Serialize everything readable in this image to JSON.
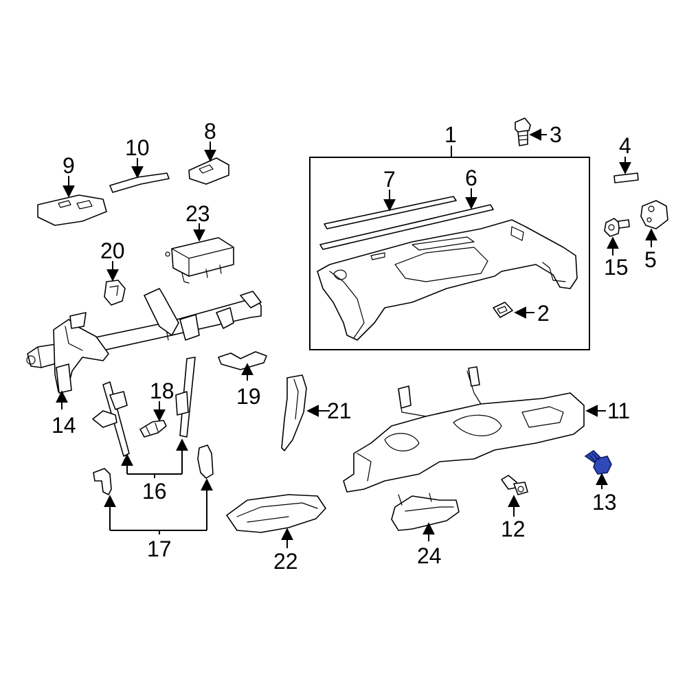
{
  "callouts": {
    "c1": "1",
    "c2": "2",
    "c3": "3",
    "c4": "4",
    "c5": "5",
    "c6": "6",
    "c7": "7",
    "c8": "8",
    "c9": "9",
    "c10": "10",
    "c11": "11",
    "c12": "12",
    "c13": "13",
    "c14": "14",
    "c15": "15",
    "c16": "16",
    "c17": "17",
    "c18": "18",
    "c19": "19",
    "c20": "20",
    "c21": "21",
    "c22": "22",
    "c23": "23",
    "c24": "24"
  },
  "highlighted_part": "13",
  "colors": {
    "highlight": "#2f49b8",
    "line": "#000000",
    "background": "#ffffff"
  }
}
